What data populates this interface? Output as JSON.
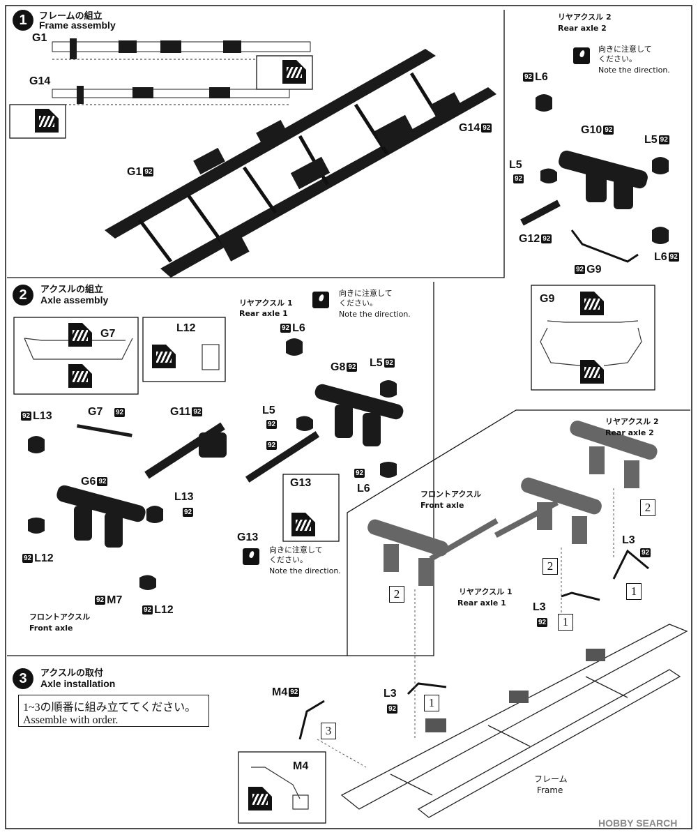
{
  "step1": {
    "number": "1",
    "title_jp": "フレームの組立",
    "title_en": "Frame assembly"
  },
  "step2": {
    "number": "2",
    "title_jp": "アクスルの組立",
    "title_en": "Axle assembly"
  },
  "step3": {
    "number": "3",
    "title_jp": "アクスルの取付",
    "title_en": "Axle installation",
    "note_jp": "1~3の順番に組み立ててください。",
    "note_en": "Assemble with order."
  },
  "note_direction": {
    "jp1": "向きに注意して",
    "jp2": "ください。",
    "en": "Note the direction."
  },
  "badge": "92",
  "parts": {
    "G1": "G1",
    "G14": "G14",
    "G10": "G10",
    "G12": "G12",
    "G9": "G9",
    "L5": "L5",
    "L6": "L6",
    "L13": "L13",
    "L12": "L12",
    "G7": "G7",
    "G11": "G11",
    "G6": "G6",
    "M7": "M7",
    "G8": "G8",
    "G13": "G13",
    "L3": "L3",
    "M4": "M4"
  },
  "axles": {
    "rear2_jp": "リヤアクスル 2",
    "rear2_en": "Rear axle 2",
    "rear1_jp": "リヤアクスル 1",
    "rear1_en": "Rear axle 1",
    "front_jp": "フロントアクスル",
    "front_en": "Front axle"
  },
  "frame": {
    "jp": "フレーム",
    "en": "Frame"
  },
  "order": {
    "one": "1",
    "two": "2",
    "three": "3"
  },
  "watermark": "HOBBY SEARCH"
}
